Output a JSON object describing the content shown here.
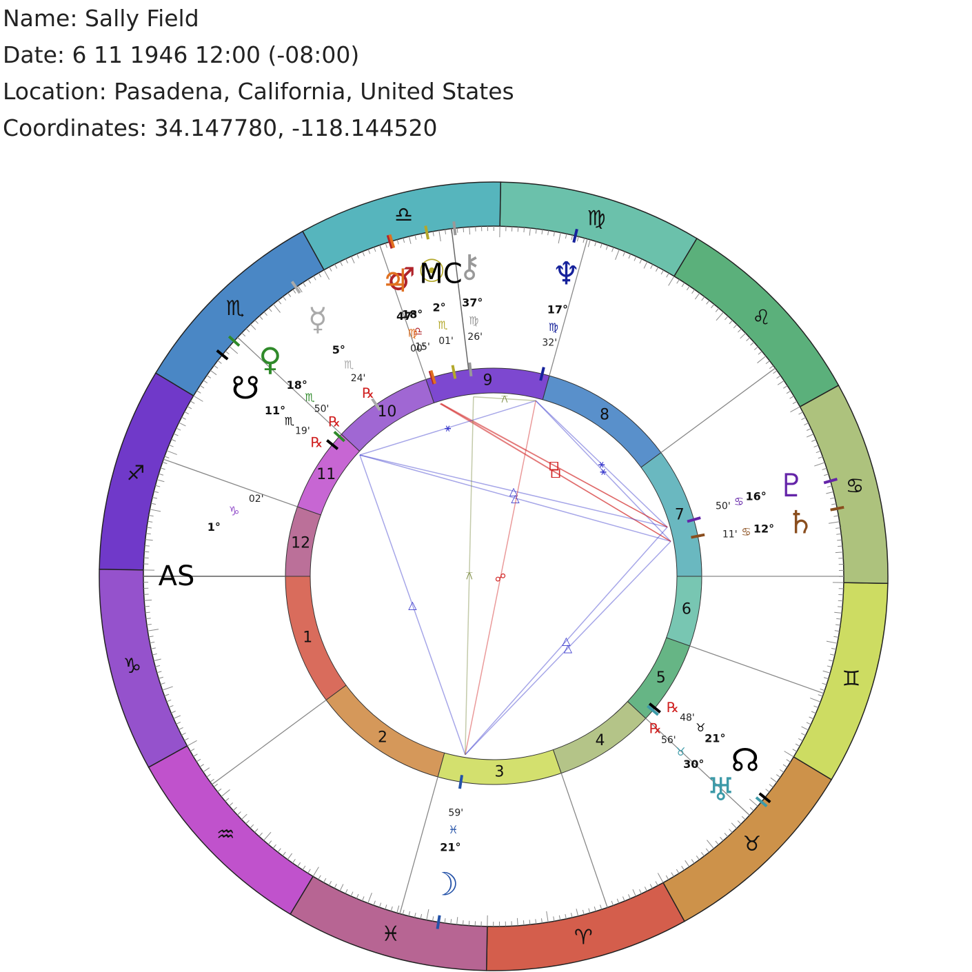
{
  "header": {
    "name": "Name: Sally Field",
    "date": "Date: 6 11 1946 12:00 (-08:00)",
    "location": "Location: Pasadena, California, United States",
    "coordinates": "Coordinates: 34.147780, -118.144520"
  },
  "chart": {
    "ascendant_longitude": 271.03,
    "colors": {
      "aries": "#d45e4c",
      "taurus": "#cd924a",
      "gemini": "#cddc62",
      "cancer": "#adc27d",
      "leo": "#5bb07b",
      "virgo": "#6bc1ab",
      "libra": "#56b5bd",
      "scorpio": "#4a87c5",
      "sagittarius": "#7039c9",
      "capricorn": "#9552cc",
      "aquarius": "#c052cc",
      "pisces": "#b76593"
    },
    "signs": [
      {
        "name": "Aries",
        "glyph": "♈",
        "color": "#d45e4c"
      },
      {
        "name": "Taurus",
        "glyph": "♉",
        "color": "#cd924a"
      },
      {
        "name": "Gemini",
        "glyph": "♊",
        "color": "#cddc62"
      },
      {
        "name": "Cancer",
        "glyph": "♋",
        "color": "#adc27d"
      },
      {
        "name": "Leo",
        "glyph": "♌",
        "color": "#5bb07b"
      },
      {
        "name": "Virgo",
        "glyph": "♍",
        "color": "#6bc1ab"
      },
      {
        "name": "Libra",
        "glyph": "♎",
        "color": "#56b5bd"
      },
      {
        "name": "Scorpio",
        "glyph": "♏",
        "color": "#4a87c5"
      },
      {
        "name": "Sagittarius",
        "glyph": "♐",
        "color": "#7039c9"
      },
      {
        "name": "Capricorn",
        "glyph": "♑",
        "color": "#9552cc"
      },
      {
        "name": "Aquarius",
        "glyph": "♒",
        "color": "#c052cc"
      },
      {
        "name": "Pisces",
        "glyph": "♓",
        "color": "#b76593"
      }
    ],
    "houses": [
      {
        "label": "1",
        "cusp": 271.03,
        "color": "#d96c5c"
      },
      {
        "label": "2",
        "cusp": 307.5,
        "color": "#d5985a"
      },
      {
        "label": "3",
        "cusp": 345.5,
        "color": "#d3e06e"
      },
      {
        "label": "4",
        "cusp": 20.0,
        "color": "#b4c488"
      },
      {
        "label": "5",
        "cusp": 48.0,
        "color": "#66b585"
      },
      {
        "label": "6",
        "cusp": 71.5,
        "color": "#78c6b2"
      },
      {
        "label": "7",
        "cusp": 91.03,
        "color": "#6ab8c0"
      },
      {
        "label": "8",
        "cusp": 127.5,
        "color": "#5990cb"
      },
      {
        "label": "9",
        "cusp": 165.5,
        "color": "#7d48d0"
      },
      {
        "label": "10",
        "cusp": 200.0,
        "color": "#a067d3"
      },
      {
        "label": "11",
        "cusp": 228.0,
        "color": "#c766d3"
      },
      {
        "label": "12",
        "cusp": 251.5,
        "color": "#bb7099"
      }
    ],
    "ascendant": {
      "label": "AS",
      "degree": "1°",
      "sign_glyph": "♑",
      "minutes": "02'",
      "color": "#000000"
    },
    "midheaven": {
      "label": "MC",
      "longitude": 187.93,
      "color": "#000000"
    },
    "planets": [
      {
        "name": "Sun",
        "glyph": "☉",
        "longitude": 192.02,
        "degree": "2°",
        "minutes": "01'",
        "sign_glyph": "♏",
        "retro": false,
        "color": "#b3a82b"
      },
      {
        "name": "Moon",
        "glyph": "☽",
        "longitude": 351.98,
        "degree": "21°",
        "minutes": "59'",
        "sign_glyph": "♓",
        "retro": false,
        "color": "#2452a8"
      },
      {
        "name": "Mercury",
        "glyph": "☿",
        "longitude": 215.4,
        "degree": "5°",
        "minutes": "24'",
        "sign_glyph": "♏",
        "retro": true,
        "color": "#aaaaaa"
      },
      {
        "name": "Venus",
        "glyph": "♀",
        "longitude": 228.83,
        "degree": "18°",
        "minutes": "50'",
        "sign_glyph": "♏",
        "retro": true,
        "color": "#2f8a2a"
      },
      {
        "name": "Mars",
        "glyph": "♂",
        "longitude": 198.25,
        "degree": "18°",
        "minutes": "15'",
        "sign_glyph": "♎",
        "retro": false,
        "color": "#b0232a"
      },
      {
        "name": "Jupiter",
        "glyph": "♃",
        "longitude": 197.93,
        "degree": "47°",
        "minutes": "00'",
        "sign_glyph": "♍",
        "retro": false,
        "color": "#e07020"
      },
      {
        "name": "Saturn",
        "glyph": "♄",
        "longitude": 102.18,
        "degree": "12°",
        "minutes": "11'",
        "sign_glyph": "♋",
        "retro": false,
        "color": "#8a4e1e"
      },
      {
        "name": "Uranus",
        "glyph": "♅",
        "longitude": 50.93,
        "degree": "30°",
        "minutes": "56'",
        "sign_glyph": "♉",
        "retro": true,
        "color": "#3d9aa8"
      },
      {
        "name": "Neptune",
        "glyph": "♆",
        "longitude": 167.53,
        "degree": "17°",
        "minutes": "32'",
        "sign_glyph": "♍",
        "retro": false,
        "color": "#16229b"
      },
      {
        "name": "Pluto",
        "glyph": "♇",
        "longitude": 106.83,
        "degree": "16°",
        "minutes": "50'",
        "sign_glyph": "♋",
        "retro": false,
        "color": "#6424a8"
      },
      {
        "name": "Chiron",
        "glyph": "⚷",
        "longitude": 187.43,
        "degree": "37°",
        "minutes": "26'",
        "sign_glyph": "♍",
        "retro": false,
        "color": "#999999"
      },
      {
        "name": "North Node",
        "glyph": "☊",
        "longitude": 51.8,
        "degree": "21°",
        "minutes": "48'",
        "sign_glyph": "♉",
        "retro": true,
        "color": "#000000"
      },
      {
        "name": "South Node",
        "glyph": "☋",
        "longitude": 231.8,
        "degree": "11°",
        "minutes": "19'",
        "sign_glyph": "♏",
        "retro": true,
        "color": "#000000"
      }
    ],
    "aspects": [
      {
        "from": "Saturn",
        "to": "Neptune",
        "symbol": "⚹",
        "color": "#3a3acc"
      },
      {
        "from": "Saturn",
        "to": "Venus",
        "symbol": "△",
        "color": "#3a3acc"
      },
      {
        "from": "Saturn",
        "to": "Moon",
        "symbol": "△",
        "color": "#3a3acc"
      },
      {
        "from": "Saturn",
        "to": "Jupiter",
        "symbol": "□",
        "color": "#d02020"
      },
      {
        "from": "Saturn",
        "to": "Mars",
        "symbol": "□",
        "color": "#d02020"
      },
      {
        "from": "Pluto",
        "to": "Neptune",
        "symbol": "⚹",
        "color": "#3a3acc"
      },
      {
        "from": "Pluto",
        "to": "Venus",
        "symbol": "△",
        "color": "#3a3acc"
      },
      {
        "from": "Pluto",
        "to": "Moon",
        "symbol": "△",
        "color": "#3a3acc"
      },
      {
        "from": "Pluto",
        "to": "Jupiter",
        "symbol": "□",
        "color": "#d02020"
      },
      {
        "from": "Pluto",
        "to": "Mars",
        "symbol": "□",
        "color": "#d02020"
      },
      {
        "from": "Venus",
        "to": "Moon",
        "symbol": "△",
        "color": "#3a3acc"
      },
      {
        "from": "Venus",
        "to": "Neptune",
        "symbol": "⚹",
        "color": "#3a3acc"
      },
      {
        "from": "Neptune",
        "to": "Moon",
        "symbol": "☍",
        "color": "#d02020"
      },
      {
        "from": "Chiron",
        "to": "Moon",
        "symbol": "⚻",
        "color": "#7a8a40"
      },
      {
        "from": "Chiron",
        "to": "Neptune",
        "symbol": "⚻",
        "color": "#7a8a40"
      }
    ]
  }
}
